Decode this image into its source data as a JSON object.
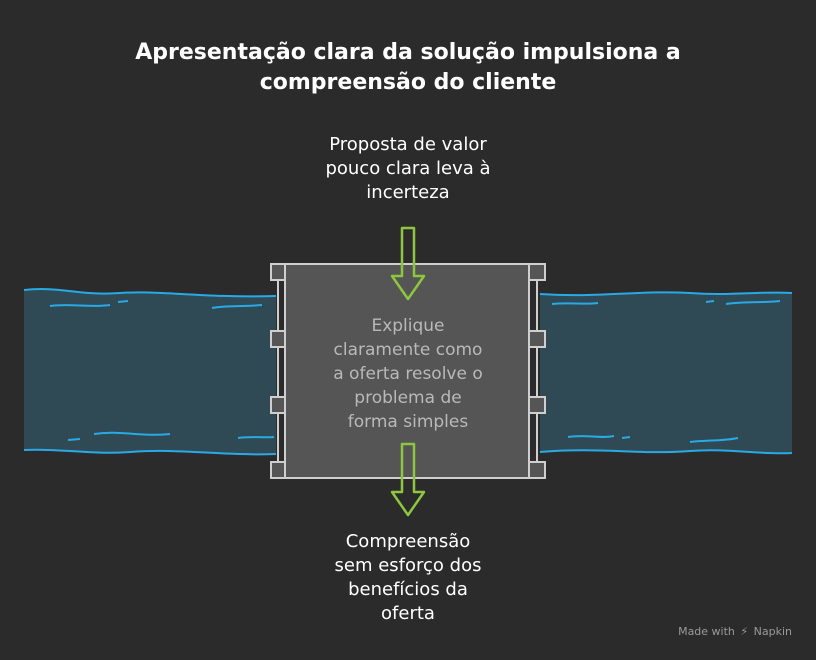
{
  "title": {
    "line1": "Apresentação clara da solução impulsiona a",
    "line2": "compreensão do cliente"
  },
  "top_label": {
    "line1": "Proposta de valor",
    "line2": "pouco clara leva à",
    "line3": "incerteza"
  },
  "center_label": {
    "line1": "Explique",
    "line2": "claramente como",
    "line3": "a oferta resolve o",
    "line4": "problema de",
    "line5": "forma simples"
  },
  "bottom_label": {
    "line1": "Compreensão",
    "line2": "sem esforço dos",
    "line3": "benefícios da",
    "line4": "oferta"
  },
  "watermark": {
    "prefix": "Made with",
    "brand": "Napkin"
  },
  "colors": {
    "background": "#2b2b2b",
    "water": "#2f4a55",
    "wave": "#29a9e6",
    "dam": "#555555",
    "dam_border": "#cfcfcf",
    "arrow": "#8dc63f"
  }
}
